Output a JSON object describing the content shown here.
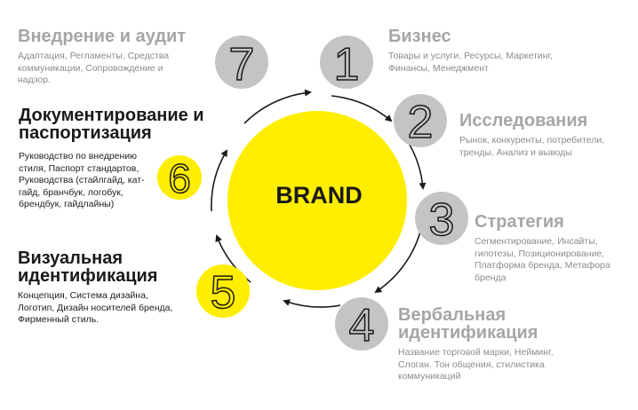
{
  "center": {
    "label": "BRAND"
  },
  "colors": {
    "accent": "#ffee00",
    "grey_circle": "#c4c4c4",
    "title_grey": "#a6a6a6",
    "title_dark": "#1a1a1a"
  },
  "steps": [
    {
      "number": "1",
      "title": "Бизнес",
      "description": "Товары и услуги, Ресурсы, Маркетинг, Финансы, Менеджмент"
    },
    {
      "number": "2",
      "title": "Исследования",
      "description": "Рынок, конкуренты, потребители, тренды. Анализ и выводы"
    },
    {
      "number": "3",
      "title": "Стратегия",
      "description": "Сегментирование, Инсайты, гипотезы, Позиционирование, Платформа бренда, Метафора бренда"
    },
    {
      "number": "4",
      "title": "Вербальная идентификация",
      "description": "Название торговой марки, Нейминг, Слоган. Тон общения, стилистика коммуникаций"
    },
    {
      "number": "5",
      "title": "Визуальная идентификация",
      "description": "Концепция, Система дизайна, Логотип, Дизайн носителей бренда, Фирменный стиль."
    },
    {
      "number": "6",
      "title": "Документирование и паспортизация",
      "description": "Руководство по внедрению стиля, Паспорт стандартов, Руководства (стайлгайд, кат-гайд, бранчбук, логобук, брендбук, гайдлайны)"
    },
    {
      "number": "7",
      "title": "Внедрение и аудит",
      "description": "Адаптация, Регламенты, Средства коммуникации, Сопровождение и надзор."
    }
  ]
}
